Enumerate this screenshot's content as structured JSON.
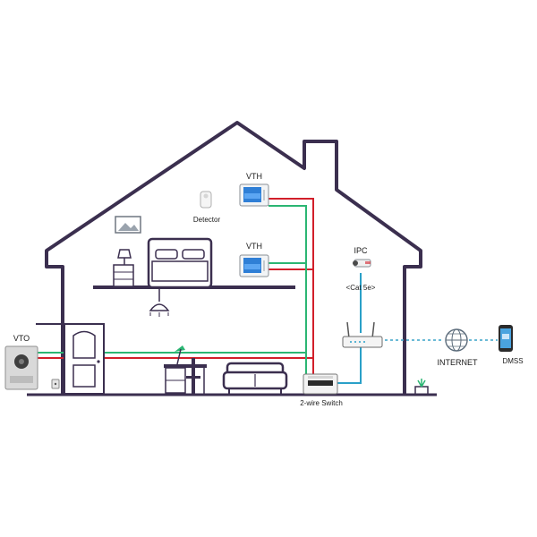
{
  "labels": {
    "vth_top": "VTH",
    "vth_mid": "VTH",
    "detector": "Detector",
    "ipc": "IPC",
    "cable": "<Cat 5e>",
    "vto": "VTO",
    "switch": "2-wire Switch",
    "internet": "INTERNET",
    "dmss": "DMSS"
  },
  "colors": {
    "house_outline": "#3b2f4f",
    "red_wire": "#d21f2a",
    "green_wire": "#2bb673",
    "network": "#2aa0c8",
    "dotted": "#3aa3c9"
  }
}
